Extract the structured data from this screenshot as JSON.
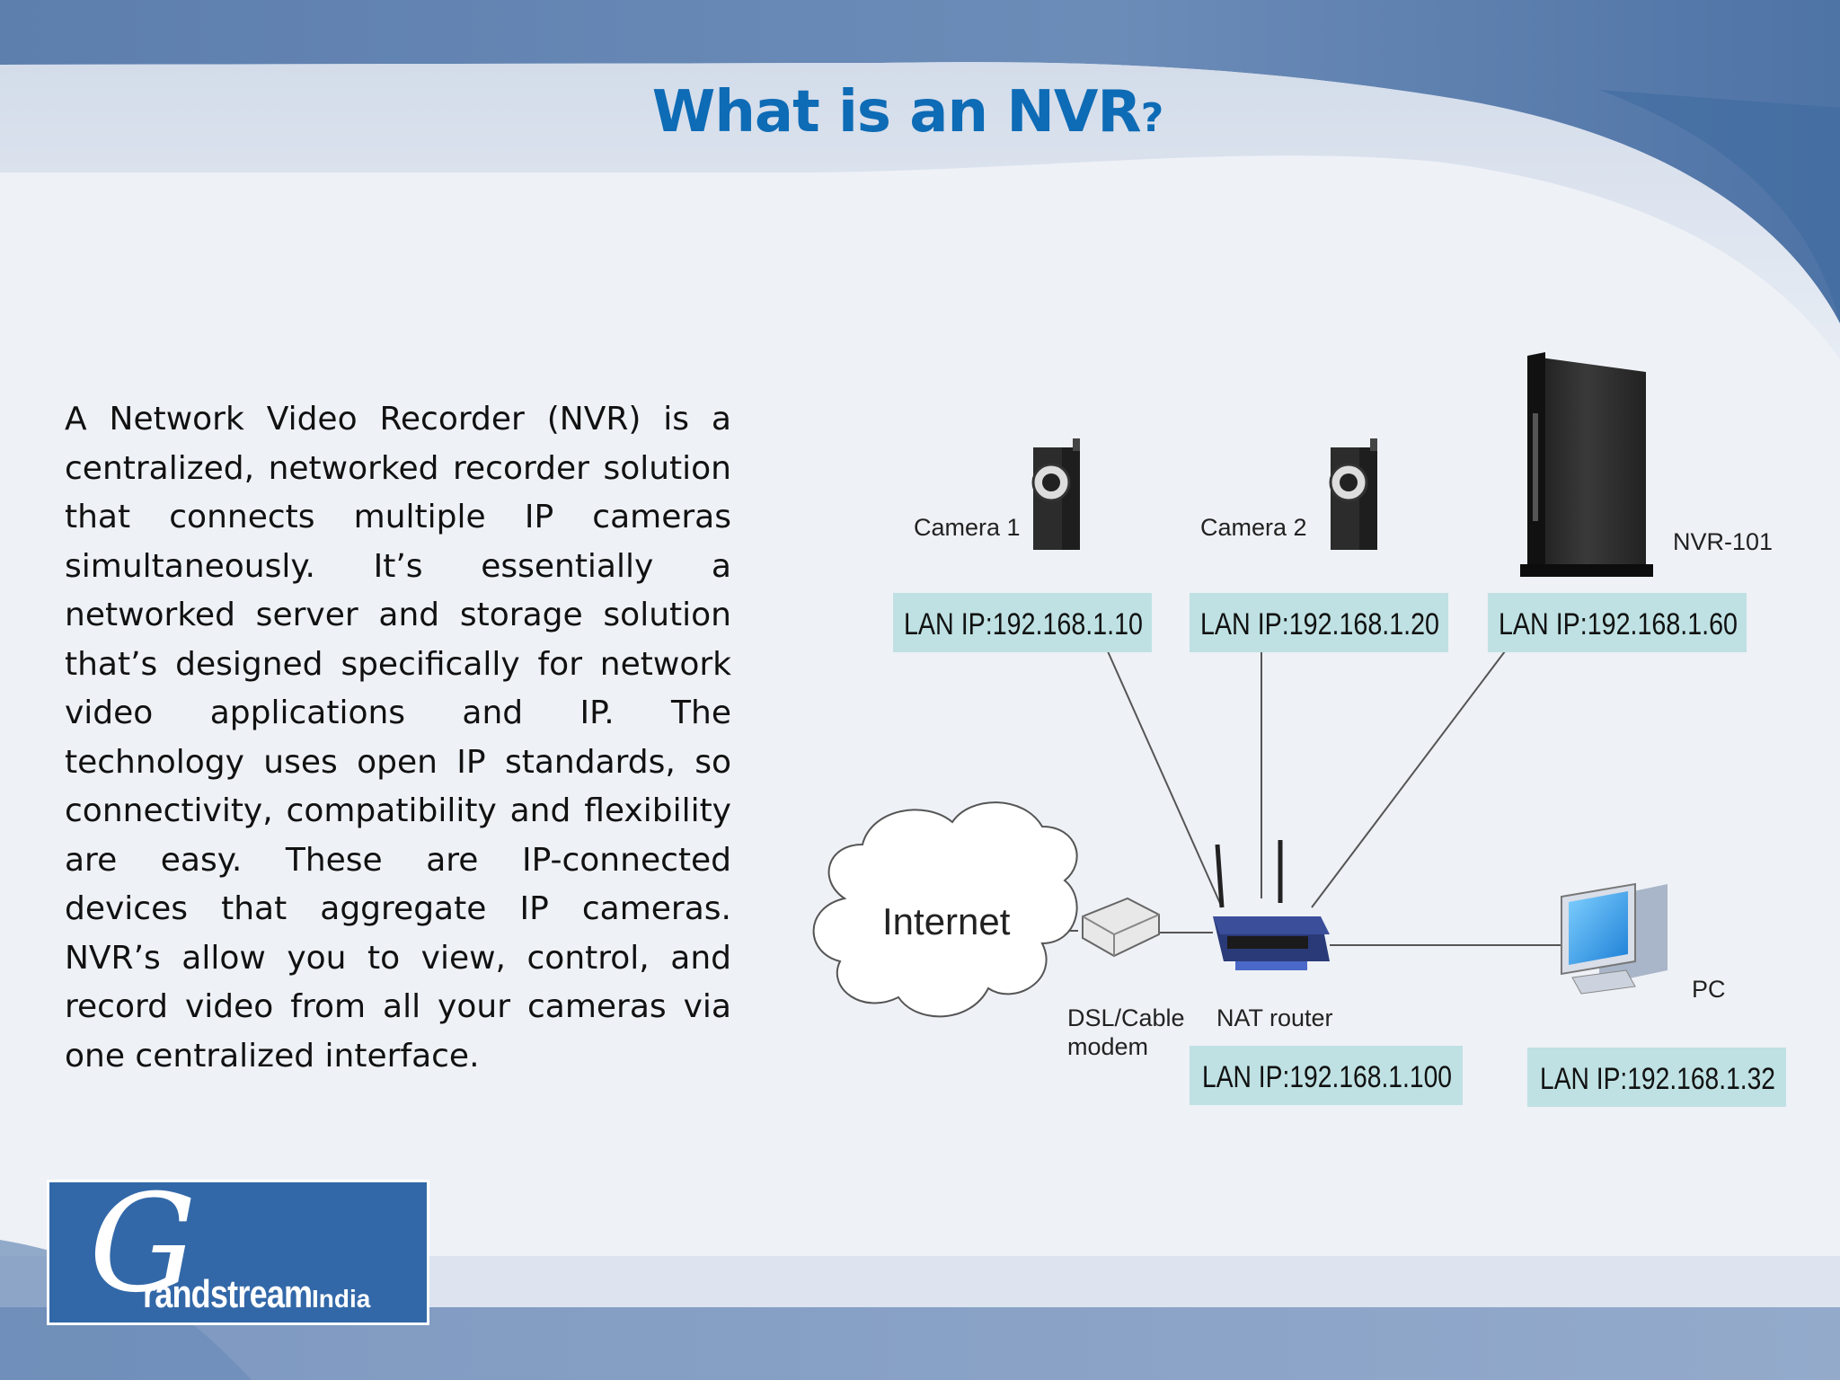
{
  "slide": {
    "title": "What is an NVR",
    "title_mark": "?",
    "body": "A Network Video Recorder (NVR) is a centralized, networked recorder solution that connects multiple IP cameras simultaneously. It’s essentially a networked server and storage solution that’s designed specifically for network video applications and IP. The technology uses open IP standards, so connectivity, compatibility and flexibility are easy. These are IP-connected devices that aggregate IP cameras. NVR’s allow you to view, control, and record video from all your cameras via one centralized interface."
  },
  "diagram": {
    "camera1": {
      "label": "Camera 1",
      "ip": "LAN IP:192.168.1.10"
    },
    "camera2": {
      "label": "Camera 2",
      "ip": "LAN IP:192.168.1.20"
    },
    "nvr": {
      "label": "NVR-101",
      "ip": "LAN IP:192.168.1.60"
    },
    "internet": {
      "label": "Internet"
    },
    "modem": {
      "label_line1": "DSL/Cable",
      "label_line2": "modem"
    },
    "router": {
      "label": "NAT router",
      "ip": "LAN IP:192.168.1.100"
    },
    "pc": {
      "label": "PC",
      "ip": "LAN IP:192.168.1.32"
    }
  },
  "logo": {
    "initial": "G",
    "word": "randstream",
    "region": "India"
  },
  "colors": {
    "title": "#0e6bb5",
    "ip_box": "#bfe1e3",
    "band_dark": "#4d74a6",
    "band_light": "#d6dfec"
  }
}
